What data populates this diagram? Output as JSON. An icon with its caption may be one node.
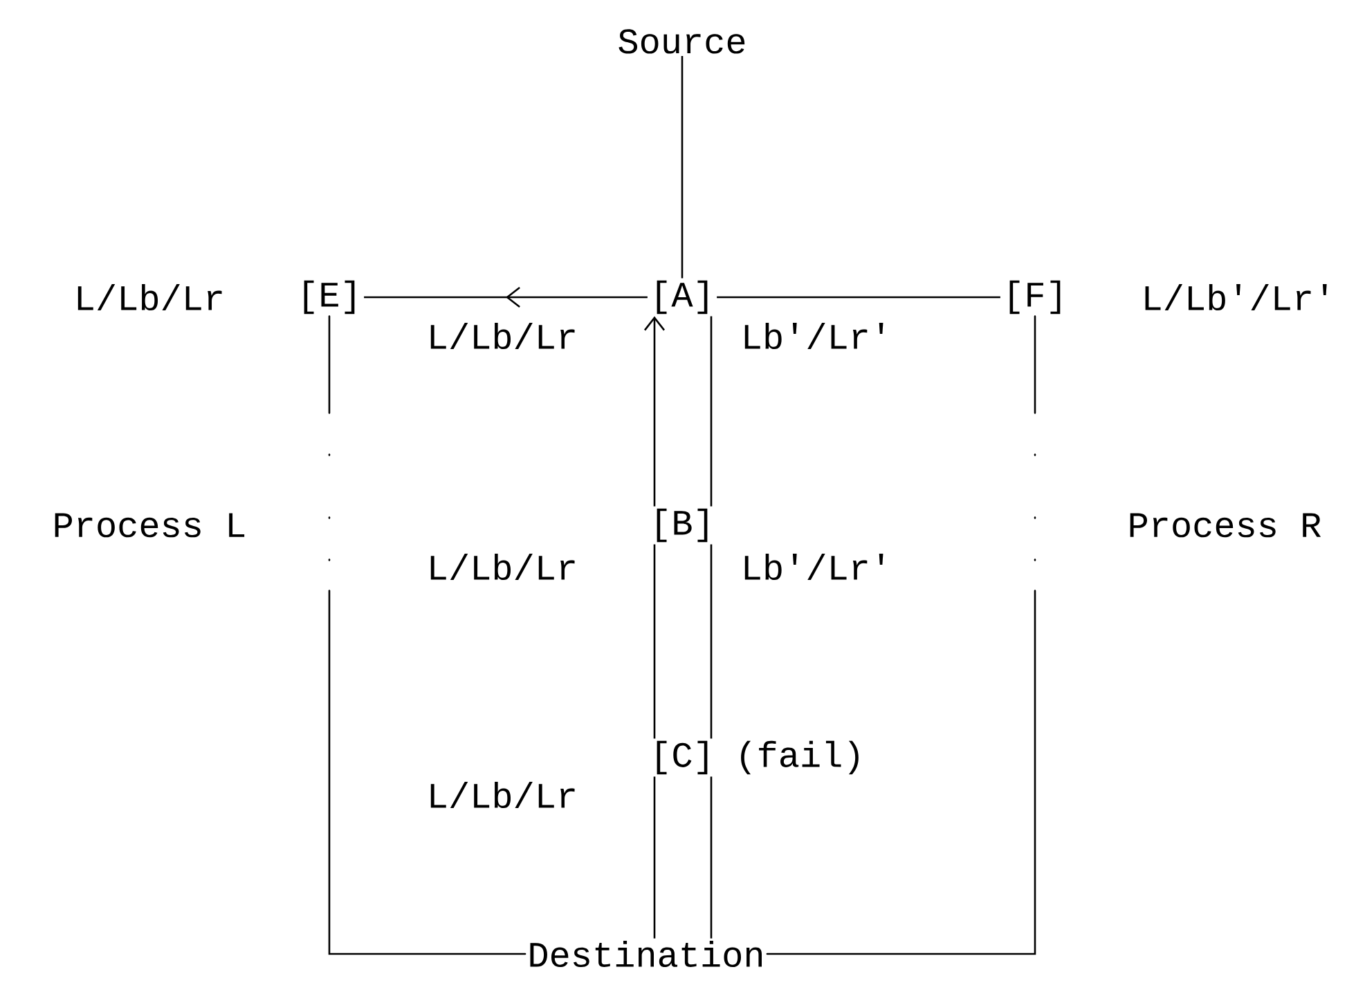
{
  "diagram": {
    "nodes": [
      {
        "text": [
          "Source"
        ]
      },
      {
        "text": [
          "[A]"
        ]
      },
      {
        "text": [
          "[E]"
        ],
        "beside": [
          "L/Lb/Lr"
        ]
      },
      {
        "text": [
          "[F]"
        ],
        "beside": [
          "L/Lb'/Lr'"
        ]
      },
      {
        "text": [
          "[B]"
        ]
      },
      {
        "text": [
          "[C]"
        ],
        "beside": [
          "(fail)"
        ]
      },
      {
        "text": [
          "Destination"
        ]
      }
    ],
    "edges": [
      {
        "from": 0,
        "to": 1,
        "arrow": "none"
      },
      {
        "from": 1,
        "to": 2,
        "arrow": "to"
      },
      {
        "from": 1,
        "to": 3,
        "arrow": "none"
      },
      {
        "from": 4,
        "to": 1,
        "arrow": "to"
      },
      {
        "from": 1,
        "to": 4,
        "arrow": "none"
      },
      {
        "from": 4,
        "to": 5,
        "arrow": "none"
      },
      {
        "from": 4,
        "to": 5,
        "arrow": "none"
      },
      {
        "from": 5,
        "to": 6,
        "arrow": "none"
      },
      {
        "from": 5,
        "to": 6,
        "arrow": "none"
      },
      {
        "from": 2,
        "to": 6,
        "arrow": "none",
        "style": "dashed"
      },
      {
        "from": 3,
        "to": 6,
        "arrow": "none",
        "style": "dashed"
      }
    ],
    "labels": [
      "L/Lb/Lr",
      "Lb'/Lr'",
      "Process L",
      "Process R",
      "L/Lb/Lr",
      "Lb'/Lr'",
      "L/Lb/Lr"
    ]
  }
}
